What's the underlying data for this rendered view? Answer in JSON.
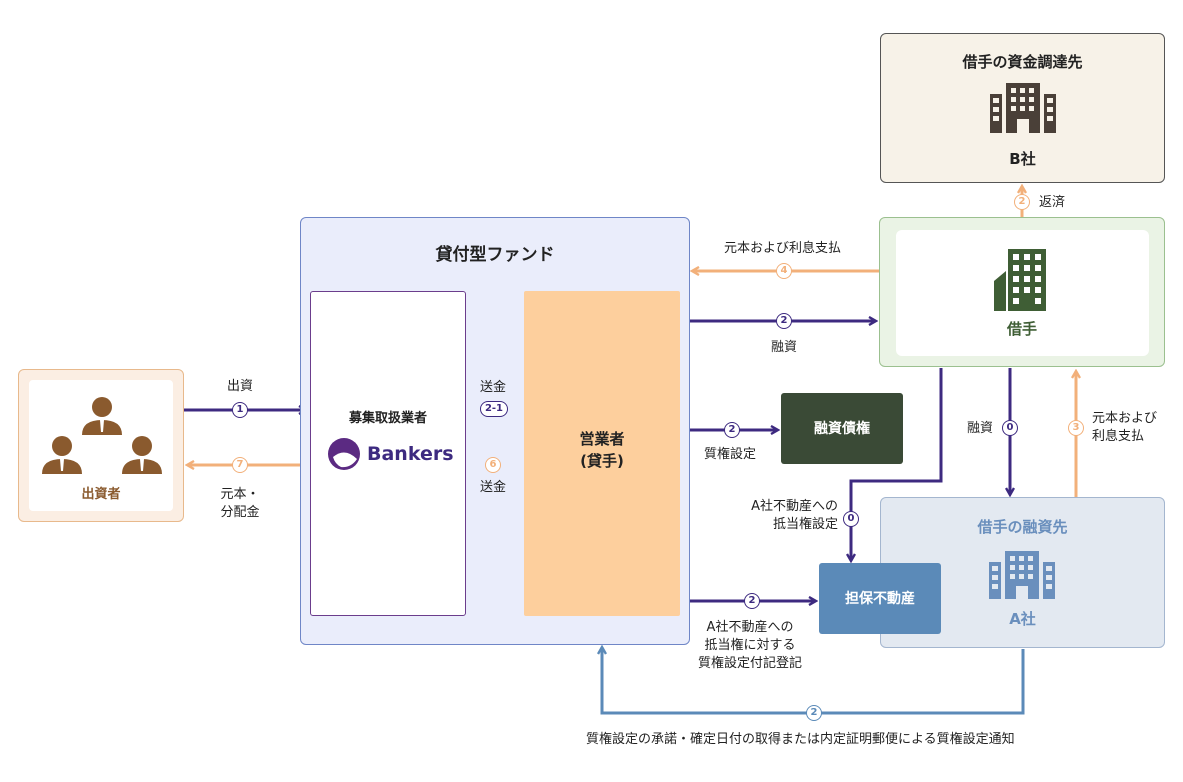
{
  "investors": {
    "label": "出資者"
  },
  "fund": {
    "title": "貸付型ファンド"
  },
  "agent": {
    "title": "募集取扱業者",
    "brand": "Bankers"
  },
  "lender": {
    "line1": "営業者",
    "line2": "(貸手)"
  },
  "claim": {
    "label": "融資債権"
  },
  "collateral": {
    "label": "担保不動産"
  },
  "borrower": {
    "label": "借手"
  },
  "funding_source": {
    "title": "借手の資金調達先",
    "company": "B社"
  },
  "borrower_investee": {
    "title": "借手の融資先",
    "company": "A社"
  },
  "flows": {
    "investment": {
      "step": "1",
      "label": "出資"
    },
    "dividend": {
      "step": "7",
      "label_line1": "元本・",
      "label_line2": "分配金"
    },
    "remit_in": {
      "step": "2-1",
      "label": "送金"
    },
    "remit_out": {
      "step": "6",
      "label": "送金"
    },
    "loan": {
      "step": "2",
      "label": "融資"
    },
    "repay_to_fund": {
      "step": "4",
      "label": "元本および利息支払"
    },
    "pledge": {
      "step": "2",
      "label": "質権設定"
    },
    "mortgage": {
      "step": "0",
      "label_line1": "A社不動産への",
      "label_line2": "抵当権設定"
    },
    "pledge_register": {
      "step": "2",
      "line1": "A社不動産への",
      "line2": "抵当権に対する",
      "line3": "質権設定付記登記"
    },
    "borrower_loan": {
      "step": "0",
      "label": "融資"
    },
    "repay_to_borrower": {
      "step": "3",
      "label_line1": "元本および",
      "label_line2": "利息支払"
    },
    "repay_b": {
      "step": "2",
      "label": "返済"
    },
    "notice": {
      "step": "2",
      "label": "質権設定の承諾・確定日付の取得または内定証明郵便による質権設定通知"
    }
  },
  "colors": {
    "purple": "#3d2a80",
    "orange": "#f2b07a",
    "blue": "#5b8ab8",
    "dark_green": "#3a4a36"
  }
}
